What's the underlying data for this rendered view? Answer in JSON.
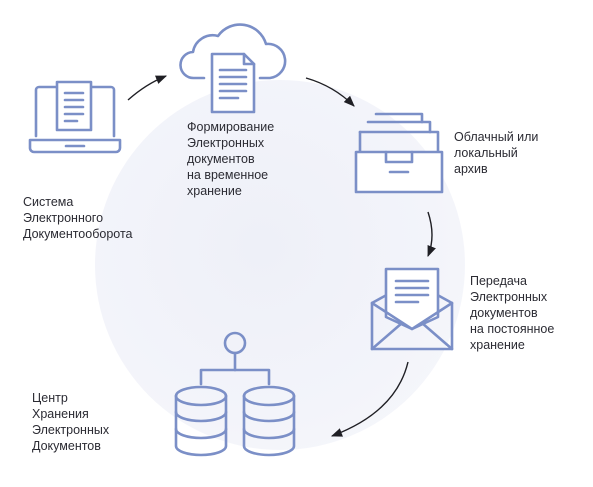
{
  "colors": {
    "icon_stroke": "#7b8fc7",
    "arrow": "#1f1f24",
    "background_circle": "#f1f2f8",
    "text": "#2b2b33"
  },
  "nodes": {
    "edo_system": {
      "icon": "laptop-document-icon",
      "lines": [
        "Система",
        "Электронного",
        "Документооборота"
      ]
    },
    "formation": {
      "icon": "cloud-document-icon",
      "lines": [
        "Формирование",
        "Электронных",
        "документов",
        "на временное",
        "хранение"
      ]
    },
    "archive": {
      "icon": "archive-drawer-icon",
      "lines": [
        "Облачный или",
        "локальный",
        "архив"
      ]
    },
    "transfer": {
      "icon": "envelope-letter-icon",
      "lines": [
        "Передача",
        "Электронных",
        "документов",
        "на постоянное",
        "хранение"
      ]
    },
    "storage_center": {
      "icon": "database-network-icon",
      "lines": [
        "Центр",
        "Хранения",
        "Электронных",
        "Документов"
      ]
    }
  }
}
